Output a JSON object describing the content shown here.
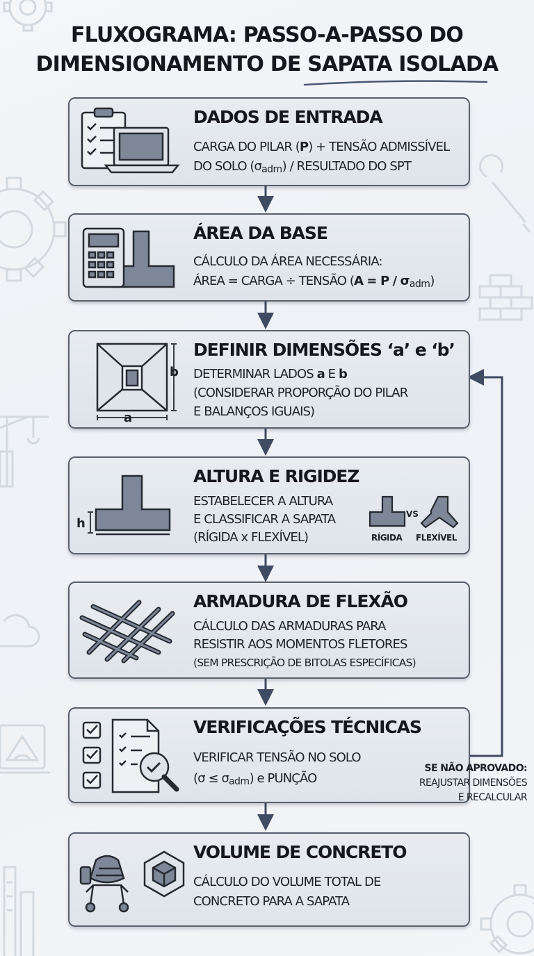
{
  "title": {
    "line1": "FLUXOGRAMA: PASSO-A-PASSO DO",
    "line2": "DIMENSIONAMENTO DE SAPATA ISOLADA"
  },
  "steps": [
    {
      "title": "DADOS DE ENTRADA",
      "line1_a": "CARGA DO PILAR (",
      "line1_bold": "P",
      "line1_b": ") + TENSÃO ADMISSÍVEL",
      "line2_a": "DO SOLO (σ",
      "line2_sub": "adm",
      "line2_b": ") / RESULTADO DO SPT",
      "icon": "checklist-laptop-icon"
    },
    {
      "title": "ÁREA DA BASE",
      "line1": "CÁLCULO DA ÁREA NECESSÁRIA:",
      "line2_a": "ÁREA = CARGA ÷ TENSÃO (",
      "line2_bold": "A = P / σ",
      "line2_sub": "adm",
      "line2_b": ")",
      "icon": "calculator-footing-icon"
    },
    {
      "title": "DEFINIR DIMENSÕES ‘a’ e ‘b’",
      "line1_a": "DETERMINAR LADOS ",
      "line1_bold1": "a",
      "line1_mid": " E ",
      "line1_bold2": "b",
      "line2": "(CONSIDERAR PROPORÇÃO DO PILAR",
      "line3": "E BALANÇOS IGUAIS)",
      "dim_a": "a",
      "dim_b": "b",
      "icon": "footing-plan-icon"
    },
    {
      "title": "ALTURA E RIGIDEZ",
      "line1": "ESTABELECER A ALTURA",
      "line2": "E CLASSIFICAR A SAPATA",
      "line3": "(RÍGIDA x FLEXÍVEL)",
      "dim_h": "h",
      "vs": "VS",
      "rigid_label": "RÍGIDA",
      "flexible_label": "FLEXÍVEL",
      "icon": "footing-section-icon"
    },
    {
      "title": "ARMADURA DE FLEXÃO",
      "line1": "CÁLCULO DAS ARMADURAS PARA",
      "line2": "RESISTIR AOS MOMENTOS FLETORES",
      "line3": "(SEM PRESCRIÇÃO DE BITOLAS ESPECÍFICAS)",
      "icon": "rebar-mesh-icon"
    },
    {
      "title": "VERIFICAÇÕES TÉCNICAS",
      "line1": "VERIFICAR TENSÃO NO SOLO",
      "line2_a": "(σ ≤ σ",
      "line2_sub": "adm",
      "line2_b": ") e PUNÇÃO",
      "icon": "checklist-magnifier-icon"
    },
    {
      "title": "VOLUME DE CONCRETO",
      "line1": "CÁLCULO DO VOLUME TOTAL DE",
      "line2": "CONCRETO PARA A SAPATA",
      "icon": "concrete-mixer-cube-icon"
    }
  ],
  "loop_note": {
    "line1": "SE NÃO APROVADO:",
    "line2": "REAJUSTAR DIMENSÕES",
    "line3": "E RECALCULAR"
  },
  "colors": {
    "card_border": "#59606c",
    "icon_fill": "#7d8797",
    "arrow": "#3f4b62",
    "text": "#15171c"
  }
}
